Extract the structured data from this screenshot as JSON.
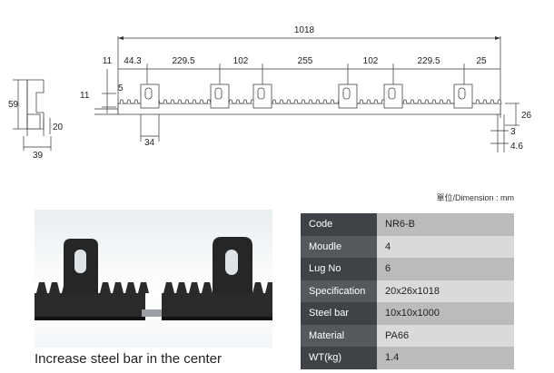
{
  "drawing": {
    "overall_length": "1018",
    "segments": [
      "44.3",
      "229.5",
      "102",
      "255",
      "102",
      "229.5",
      "25"
    ],
    "left_offset": "11",
    "lug_width": "34",
    "lug_step": "5",
    "bar_offset": "11",
    "tooth_height": "26",
    "end_offset_a": "3",
    "end_offset_b": "4.6",
    "side_height": "59",
    "side_foot": "20",
    "side_width": "39"
  },
  "unit_note": "單位/Dimension : mm",
  "caption": "Increase steel bar in the center",
  "spec_table": [
    {
      "key": "Code",
      "value": "NR6-B"
    },
    {
      "key": "Moudle",
      "value": "4"
    },
    {
      "key": "Lug No",
      "value": "6"
    },
    {
      "key": "Specification",
      "value": "20x26x1018"
    },
    {
      "key": "Steel bar",
      "value": "10x10x1000"
    },
    {
      "key": "Material",
      "value": "PA66"
    },
    {
      "key": "WT(kg)",
      "value": "1.4"
    }
  ]
}
